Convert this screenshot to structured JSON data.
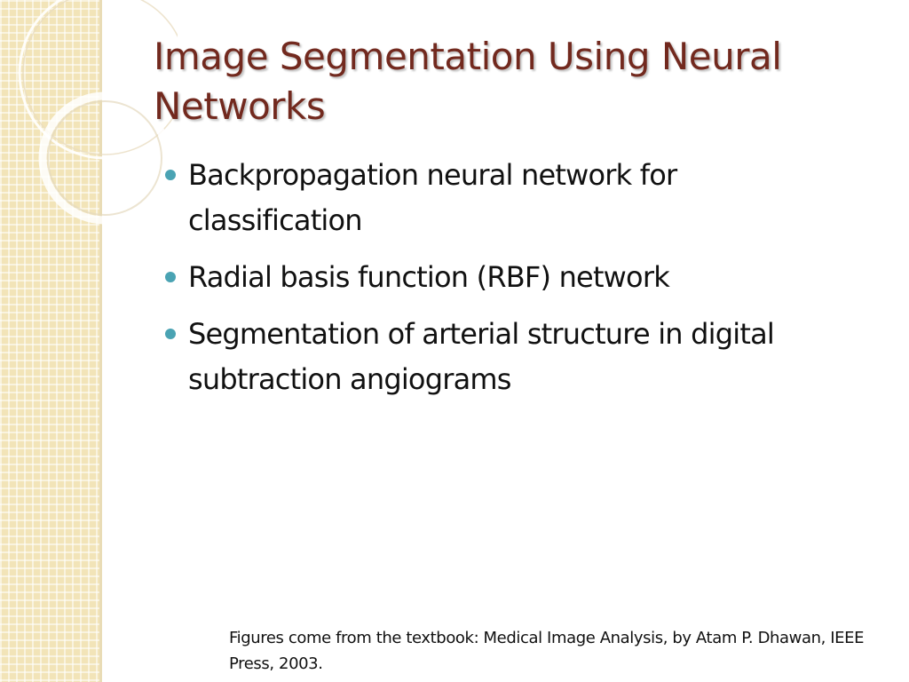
{
  "slide": {
    "title": "Image Segmentation Using Neural Networks",
    "bullets": [
      "Backpropagation neural network for classification",
      "Radial basis function (RBF) network",
      "Segmentation of arterial structure in digital subtraction angiograms"
    ],
    "footnote": "Figures come from the textbook: Medical Image Analysis, by Atam P. Dhawan, IEEE Press, 2003."
  },
  "colors": {
    "title": "#72291e",
    "bullet": "#4aa3b3",
    "side_panel": "#f2e4b8",
    "text": "#111111"
  }
}
